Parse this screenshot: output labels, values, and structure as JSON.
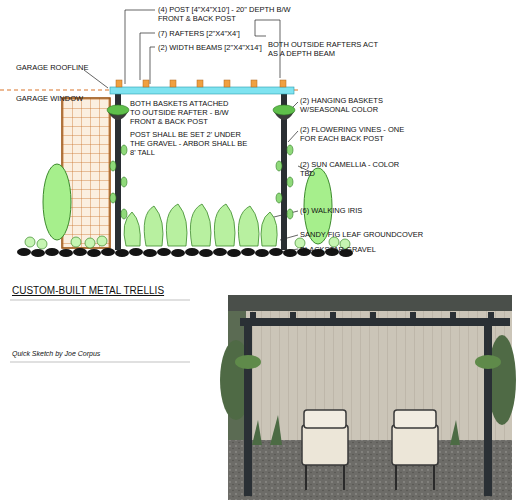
{
  "diagram": {
    "title": "CUSTOM-BUILT METAL TRELLIS",
    "labels": [
      "(4) POST [4\"X4\"X10'] - 20\" DEPTH B/W FRONT & BACK POST",
      "(7) RAFTERS [2\"X4\"X4']",
      "(2) WIDTH BEAMS [2\"X4\"X14']",
      "BOTH OUTSIDE RAFTERS ACT AS A DEPTH BEAM",
      "GARAGE ROOFLINE",
      "GARAGE WINDOW",
      "BOTH BASKETS ATTACHED TO OUTSIDE RAFTER - B/W FRONT & BACK POST",
      "POST SHALL BE SET 2' UNDER THE GRAVEL - ARBOR SHALL BE 8' TALL",
      "(2) HANGING BASKETS W/SEASONAL COLOR",
      "(2) FLOWERING VINES - ONE FOR EACH BACK POST",
      "(2) SUN CAMELLIA - COLOR TBD",
      "(6) WALKING IRIS",
      "SANDY FIG LEAF GROUNDCOVER",
      "BLACKSTAR GRAVEL",
      "Quick Sketch by Joe Corpus"
    ]
  }
}
